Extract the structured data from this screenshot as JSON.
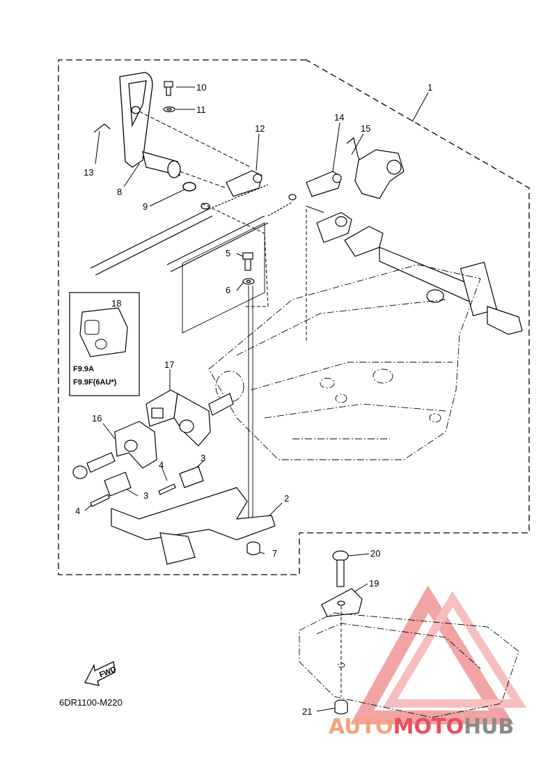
{
  "callouts": {
    "c1": "1",
    "c2": "2",
    "c3a": "3",
    "c3b": "3",
    "c4a": "4",
    "c4b": "4",
    "c5": "5",
    "c6": "6",
    "c7": "7",
    "c8": "8",
    "c9": "9",
    "c10": "10",
    "c11": "11",
    "c12": "12",
    "c13": "13",
    "c14": "14",
    "c15": "15",
    "c16": "16",
    "c17": "17",
    "c18": "18",
    "c19": "19",
    "c20": "20",
    "c21": "21"
  },
  "inset": {
    "label_a": "F9.9A",
    "label_b": "F9.9F(6AU*)"
  },
  "fwd_label": "FWD",
  "diagram_code": "6DR1100-M220",
  "watermark": {
    "part_a": "AUTO",
    "part_b": "MOTO",
    "part_c": "HUB",
    "color_a": "#f4a37e",
    "color_b": "#e8505a",
    "color_c": "#8a8a8a"
  }
}
